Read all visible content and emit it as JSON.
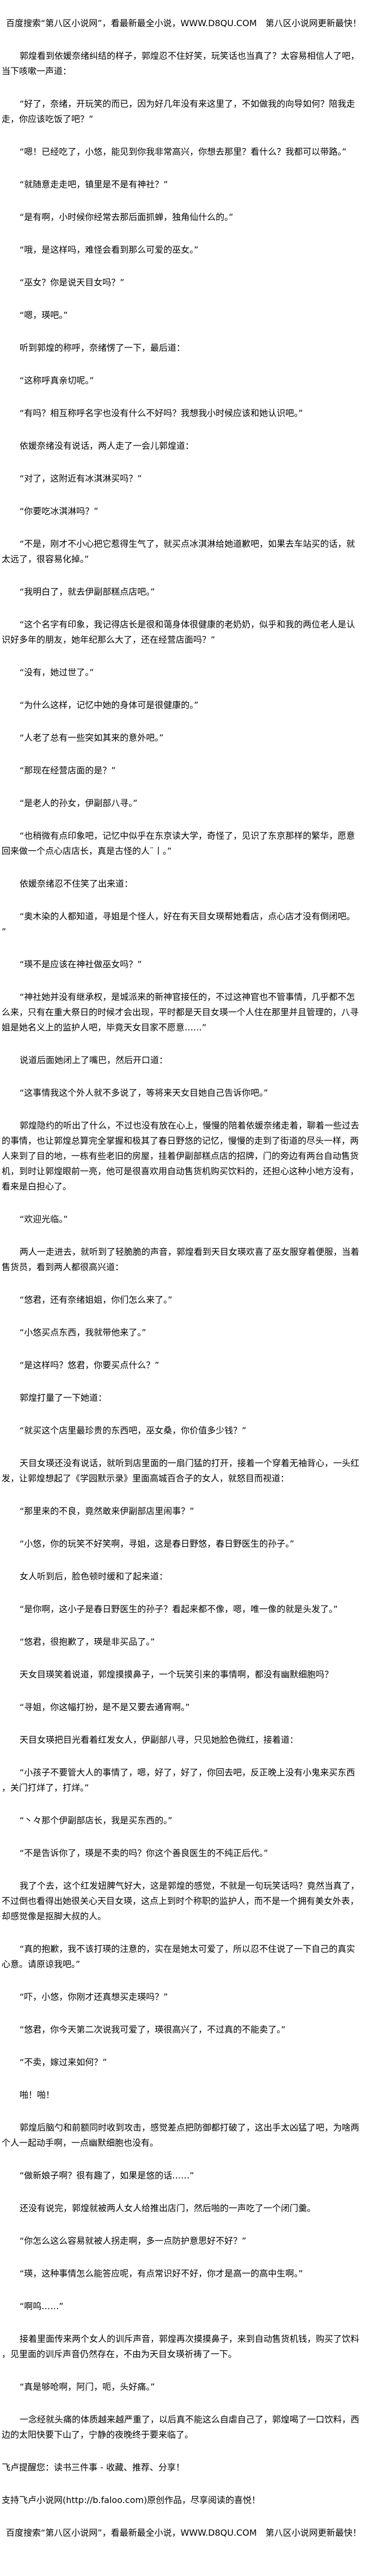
{
  "banner_top": "百度搜索“第八区小说网”，看最新最全小说，WWW.D8QU.COM　第八区小说网更新最快！",
  "paragraphs": [
    {
      "lines": [
        "郭煌看到依媛奈绪纠结的样子，郭煌忍不住好笑，玩笑话也当真了？太容易相信人了吧，",
        "当下咳嗽一声道："
      ]
    },
    {
      "lines": [
        "“好了，奈绪，开玩笑的而已，因为好几年没有来这里了，不如做我的向导如何？陪我走",
        "走，你应该吃饭了吧？”"
      ]
    },
    {
      "lines": [
        "“嗯！已经吃了，小悠，能见到你我非常高兴，你想去那里？看什么？我都可以带路。”"
      ]
    },
    {
      "lines": [
        "“就随意走走吧，镇里是不是有神社？”"
      ]
    },
    {
      "lines": [
        "“是有啊，小时候你经常去那后面抓蝉，独角仙什么的。”"
      ]
    },
    {
      "lines": [
        "“哦，是这样吗，难怪会看到那么可爱的巫女。”"
      ]
    },
    {
      "lines": [
        "“巫女？你是说天目女吗？”"
      ]
    },
    {
      "lines": [
        "“嗯，瑛吧。”"
      ]
    },
    {
      "lines": [
        "听到郭煌的称呼，奈绪愣了一下，最后道："
      ]
    },
    {
      "lines": [
        "“这称呼真亲切呢。”"
      ]
    },
    {
      "lines": [
        "“有吗？相互称呼名字也没有什么不好吗？我想我小时候应该和她认识吧。”"
      ]
    },
    {
      "lines": [
        "依媛奈绪没有说话，两人走了一会儿郭煌道："
      ]
    },
    {
      "lines": [
        "“对了，这附近有冰淇淋买吗？”"
      ]
    },
    {
      "lines": [
        "“你要吃冰淇淋吗？”"
      ]
    },
    {
      "lines": [
        "“不是，刚才不小心把它惹得生气了，就买点冰淇淋给她道歉吧，如果去车站买的话，就",
        "太远了，很容易化掉。”"
      ]
    },
    {
      "lines": [
        "“我明白了，就去伊副部糕点店吧。”"
      ]
    },
    {
      "lines": [
        "“这个名字有印象，我记得店长是很和蔼身体很健康的老奶奶，似乎和我的两位老人是认",
        "识好多年的朋友，她年纪那么大了，还在经营店面吗？”"
      ]
    },
    {
      "lines": [
        "“没有，她过世了。”"
      ]
    },
    {
      "lines": [
        "“为什么这样，记忆中她的身体可是很健康的。”"
      ]
    },
    {
      "lines": [
        "“人老了总有一些突如其来的意外吧。”"
      ]
    },
    {
      "lines": [
        "“那现在经营店面的是？”"
      ]
    },
    {
      "lines": [
        "“是老人的孙女，伊副部八寻。”"
      ]
    },
    {
      "lines": [
        "“也稍微有点印象吧，记忆中似乎在东京读大学，奇怪了，见识了东京那样的繁华，愿意",
        "回来做一个点心店店长，真是古怪的人¨丨。”"
      ]
    },
    {
      "lines": [
        "依媛奈绪忍不住笑了出来道："
      ]
    },
    {
      "lines": [
        "“奥木染的人都知道，寻姐是个怪人，好在有天目女瑛帮她看店，点心店才没有倒闭吧。",
        "”"
      ]
    },
    {
      "lines": [
        "“瑛不是应该在神社做巫女吗？”"
      ]
    },
    {
      "lines": [
        "“神社她并没有继承权，是城派来的新神官接任的，不过这神官也不管事情，几乎都不怎",
        "么来，只有在重大祭日的时候才会出现，平时都是天目女瑛一个人住在那里并且管理的，八寻",
        "姐是她名义上的监护人吧，毕竟天女目家不愿意……”"
      ]
    },
    {
      "lines": [
        "说道后面她闭上了嘴巴，然后开口道："
      ]
    },
    {
      "lines": [
        "“这事情我这个外人就不多说了，等将来天女目她自己告诉你吧。”"
      ]
    },
    {
      "lines": [
        "郭煌隐约的听出了什么，不过也没有放在心上，慢慢的陪着依媛奈绪走着，聊着一些过去",
        "的事情，也让郭煌总算完全掌握和极其了春日野悠的记忆，慢慢的走到了街道的尽头一样，两",
        "人来到了目的地，一栋有些老旧的房屋，挂着伊副部糕点店的招牌，门的旁边有两台自动售货",
        "机，到时让郭煌眼前一亮，他可是很喜欢用自动售货机购买饮料的，还担心这种小地方没有，",
        "看来是白担心了。"
      ]
    },
    {
      "lines": [
        "“欢迎光临。”"
      ]
    },
    {
      "lines": [
        "两人一走进去，就听到了轻脆脆的声音，郭煌看到天目女瑛欢喜了巫女服穿着便服，当着",
        "售货员，看到两人都很高兴道："
      ]
    },
    {
      "lines": [
        "“悠君，还有奈绪姐姐，你们怎么来了。”"
      ]
    },
    {
      "lines": [
        "“小悠买点东西，我就带他来了。”"
      ]
    },
    {
      "lines": [
        "“是这样吗？悠君，你要买点什么？”"
      ]
    },
    {
      "lines": [
        "郭煌打量了一下她道："
      ]
    },
    {
      "lines": [
        "“就买这个店里最珍贵的东西吧，巫女桑，你价值多少钱？”"
      ]
    },
    {
      "lines": [
        "天目女瑛还没有说话，就听到店里面的一扇门猛的打开，接着一个穿着无袖背心，一头红",
        "发，让郭煌想起了《学园默示录》里面高城百合子的女人，就怒目而视道："
      ]
    },
    {
      "lines": [
        "“那里来的不良，竟然敢来伊副部店里闹事？”"
      ]
    },
    {
      "lines": [
        "“小悠，你的玩笑不好笑啊，寻姐，这是春日野悠，春日野医生的孙子。”"
      ]
    },
    {
      "lines": [
        "女人听到后，脸色顿时缓和了起来道："
      ]
    },
    {
      "lines": [
        "“是你啊，这小子是春日野医生的孙子？看起来都不像，嗯，唯一像的就是头发了。”"
      ]
    },
    {
      "lines": [
        "“悠君，很抱歉了，瑛是非买品了。”"
      ]
    },
    {
      "lines": [
        "天女目瑛笑着说道，郭煌摸摸鼻子，一个玩笑引来的事情啊，都没有幽默细胞吗？"
      ]
    },
    {
      "lines": [
        "“寻姐，你这幅打扮，是不是又要去通宵啊。”"
      ]
    },
    {
      "lines": [
        "天目女瑛把目光看着红发女人，伊副部八寻，只见她脸色微红，接着道："
      ]
    },
    {
      "lines": [
        "“小孩子不要管大人的事情了，嗯，好了，好了，你回去吧，反正晚上没有小鬼来买东西",
        "，关门打烊了，打烊。”"
      ]
    },
    {
      "lines": [
        "“丶々那个伊副部店长，我是买东西的。”"
      ]
    },
    {
      "lines": [
        "“不是告诉你了，瑛是不卖的吗？你这个善良医生的不纯正后代。”"
      ]
    },
    {
      "lines": [
        "我了个去，这个红发妞脾气好大，这是郭煌的感觉，不就是一句玩笑话吗？竟然当真了，",
        "不过倒也看得出她很关心天目女瑛，这点上到时个称职的监护人，而不是一个拥有美女外表，",
        "却感觉像是抠脚大叔的人。"
      ]
    },
    {
      "lines": [
        "“真的抱歉，我不该打瑛的注意的，实在是她太可爱了，所以忍不住说了一下自己的真实",
        "心意。请原谅我吧。”"
      ]
    },
    {
      "lines": [
        "“吓，小悠，你刚才还真想买走瑛吗？”"
      ]
    },
    {
      "lines": [
        "“悠君，你今天第二次说我可爱了，瑛很高兴了，不过真的不能卖了。”"
      ]
    },
    {
      "lines": [
        "“不卖，嫁过来如何？”"
      ]
    },
    {
      "lines": [
        "啪！啪！"
      ]
    },
    {
      "lines": [
        "郭煌后脑勺和前额同时收到攻击，感觉差点把防御都打破了，这出手太凶猛了吧，为啥两",
        "个人一起动手啊，一点幽默细胞也没有。"
      ]
    },
    {
      "lines": [
        "“做新娘子啊？很有趣了，如果是悠的话……”"
      ]
    },
    {
      "lines": [
        "还没有说完，郭煌就被两人女人给推出店门，然后啪的一声吃了一个闭门羹。"
      ]
    },
    {
      "lines": [
        "“你怎么这么容易就被人拐走啊，多一点防护意思好不好？”"
      ]
    },
    {
      "lines": [
        "“瑛，这种事情怎么能答应呢，有点常识好不好，你才是高一的高中生啊。”"
      ]
    },
    {
      "lines": [
        "“啊呜……”"
      ]
    },
    {
      "lines": [
        "接着里面传来两个女人的训斥声音，郭煌再次摸摸鼻子，来到自动售货机钱，购买了饮料",
        "，见里面的训斥声音仍然存在，不由为天目女瑛祈祷了一下。"
      ]
    },
    {
      "lines": [
        "“真是够呛啊，阿门，呃，头好痛。”"
      ]
    },
    {
      "lines": [
        "一念经就头痛的体质越来越严重了，以后真不能这么自虐自己了，郭煌喝了一口饮料，西",
        "边的太阳快要下山了，宁静的夜晚终于要来临了。"
      ]
    }
  ],
  "notices": [
    "飞卢提醒您：读书三件事 - 收藏、推荐、分享！",
    "支持飞卢小说网(http://b.faloo.com)原创作品，尽享阅读的喜悦！"
  ],
  "banner_bottom": "百度搜索“第八区小说网”，看最新最全小说，WWW.D8QU.COM　第八区小说网更新最快！"
}
